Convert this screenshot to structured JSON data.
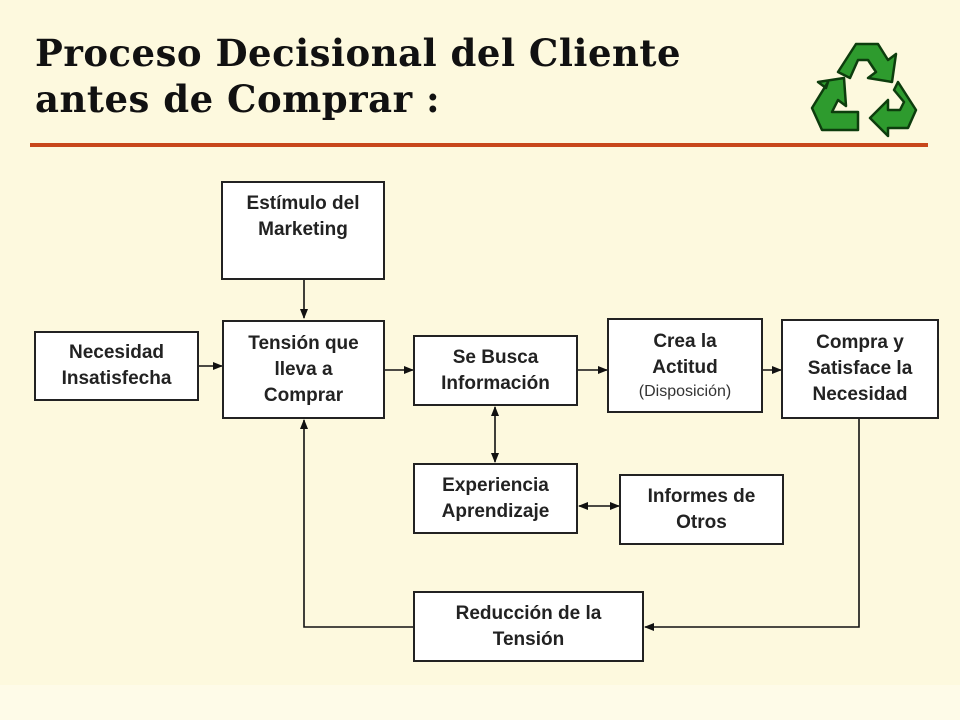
{
  "title": {
    "line1": "Proceso Decisional del Cliente",
    "line2": "antes de Comprar :"
  },
  "logo": {
    "icon": "recycle-icon",
    "color": "#2e9b2e"
  },
  "nodes": {
    "estimulo": {
      "line1": "Estímulo del",
      "line2": "Marketing"
    },
    "necesidad": {
      "line1": "Necesidad",
      "line2": "Insatisfecha"
    },
    "tension": {
      "line1": "Tensión que",
      "line2": "lleva a",
      "line3": "Comprar"
    },
    "busca": {
      "line1": "Se Busca",
      "line2": "Información"
    },
    "actitud": {
      "line1": "Crea la",
      "line2": "Actitud",
      "line3": "(Disposición)"
    },
    "compra": {
      "line1": "Compra y",
      "line2": "Satisface la",
      "line3": "Necesidad"
    },
    "experiencia": {
      "line1": "Experiencia",
      "line2": "Aprendizaje"
    },
    "informes": {
      "line1": "Informes de",
      "line2": "Otros"
    },
    "reduccion": {
      "line1": "Reducción de la",
      "line2": "Tensión"
    }
  },
  "colors": {
    "accent_rule": "#c8471b",
    "background": "#fdf9de",
    "box_border": "#222222"
  }
}
